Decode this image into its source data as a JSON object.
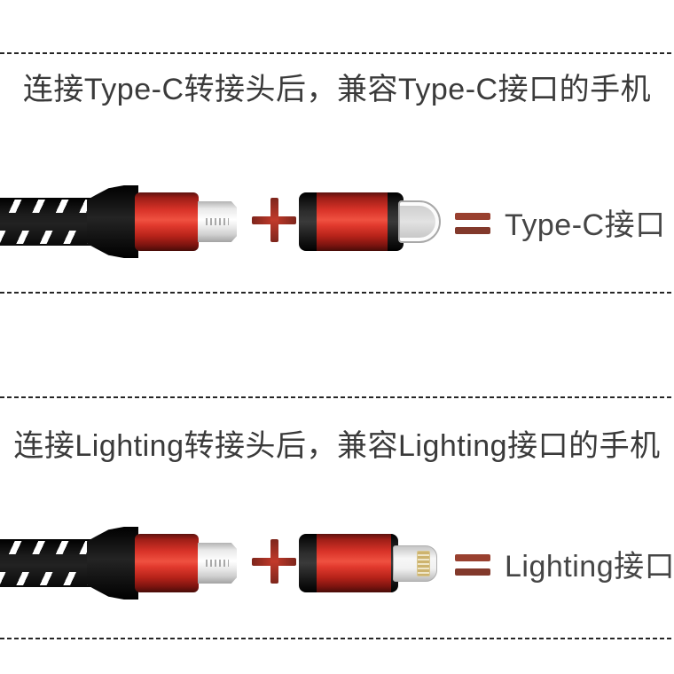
{
  "page": {
    "background": "#ffffff"
  },
  "colors": {
    "accent_red": "#d93329",
    "symbol_red": "#a5392b",
    "heading_text": "#3a3a3a",
    "label_text": "#454545",
    "divider": "#262626"
  },
  "sections": [
    {
      "heading": "连接Type-C转接头后，兼容Type-C接口的手机",
      "connector_label": "Type-C接口",
      "adapter_type": "type-c"
    },
    {
      "heading": "连接Lighting转接头后，兼容Lighting接口的手机",
      "connector_label": "Lighting接口",
      "adapter_type": "lightning"
    }
  ]
}
